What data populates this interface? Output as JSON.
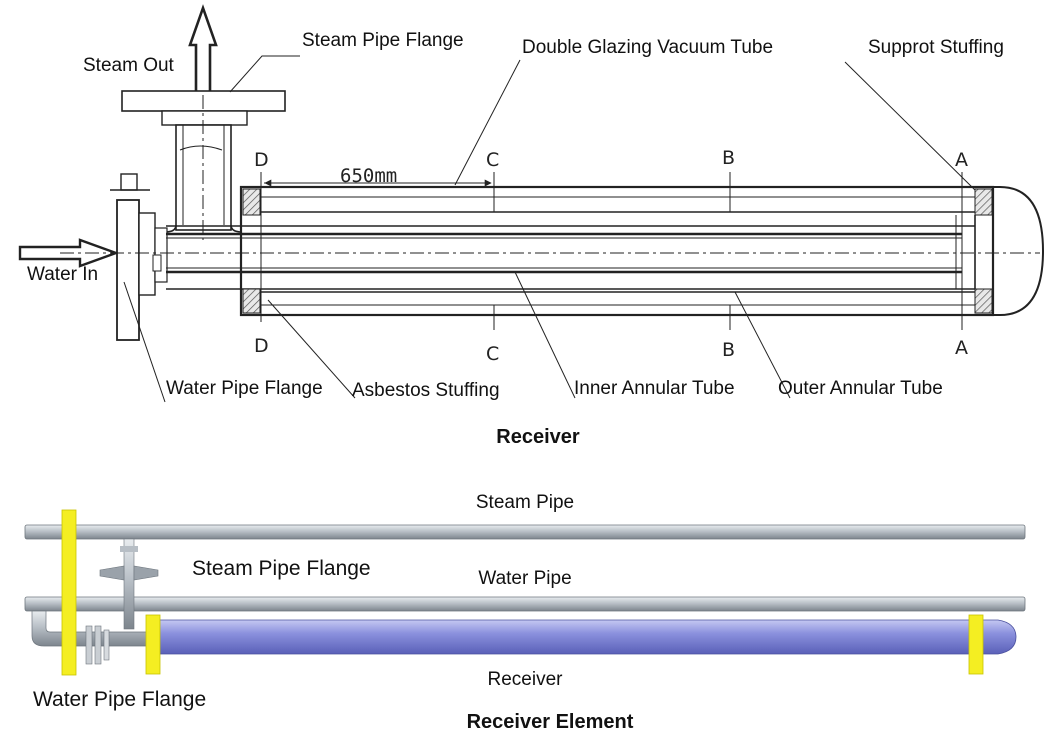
{
  "receiver_drawing": {
    "labels": {
      "steam_out": "Steam Out",
      "water_in": "Water In",
      "steam_pipe_flange": "Steam Pipe Flange",
      "double_glazing_vacuum_tube": "Double Glazing Vacuum Tube",
      "support_stuffing": "Supprot Stuffing",
      "dimension": "650mm",
      "water_pipe_flange": "Water Pipe Flange",
      "asbestos_stuffing": "Asbestos Stuffing",
      "inner_annular_tube": "Inner Annular Tube",
      "outer_annular_tube": "Outer Annular Tube"
    },
    "section_markers": {
      "a": "A",
      "b": "B",
      "c": "C",
      "d": "D"
    },
    "caption": "Receiver"
  },
  "receiver_element": {
    "labels": {
      "steam_pipe": "Steam Pipe",
      "steam_pipe_flange": "Steam Pipe Flange",
      "water_pipe": "Water Pipe",
      "receiver": "Receiver",
      "water_pipe_flange": "Water Pipe Flange"
    },
    "caption": "Receiver Element"
  },
  "colors": {
    "ink": "#222222",
    "pipe_gray": "#a9b0b8",
    "receiver_blue": "#7f86d8",
    "flange_yellow": "#f4ee22"
  }
}
